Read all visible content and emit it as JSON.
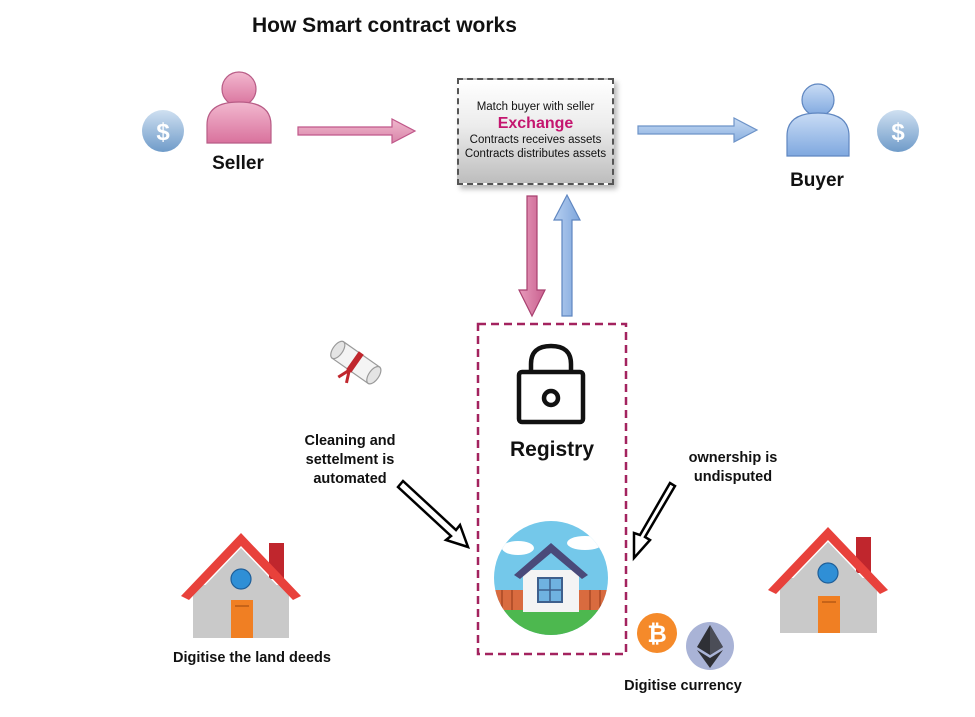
{
  "title": "How Smart contract works",
  "seller": {
    "label": "Seller"
  },
  "buyer": {
    "label": "Buyer"
  },
  "exchange": {
    "line1": "Match buyer with seller",
    "title": "Exchange",
    "line2": "Contracts receives assets",
    "line3": "Contracts distributes assets"
  },
  "registry": {
    "label": "Registry"
  },
  "notes": {
    "left_lines": [
      "Cleaning and",
      "settelment is",
      "automated"
    ],
    "right_lines": [
      "ownership is",
      "undisputed"
    ]
  },
  "captions": {
    "land_deeds": "Digitise the land deeds",
    "currency": "Digitise currency"
  },
  "icons": {
    "seller_coin": "dollar-coin-icon",
    "buyer_coin": "dollar-coin-icon",
    "bitcoin": "bitcoin-icon",
    "ethereum": "ethereum-icon",
    "dollar_symbol": "$",
    "bitcoin_symbol": "₿"
  },
  "colors": {
    "seller": "#e38bb1",
    "buyer": "#8fb6e6",
    "exchange_accent": "#c4166f",
    "registry_border": "#a3235f",
    "house_roof": "#e8413b",
    "house_wall": "#c9c9c9",
    "door": "#f07f23",
    "bitcoin": "#f58a2a",
    "ethereum_bg": "#a9b3d6"
  }
}
